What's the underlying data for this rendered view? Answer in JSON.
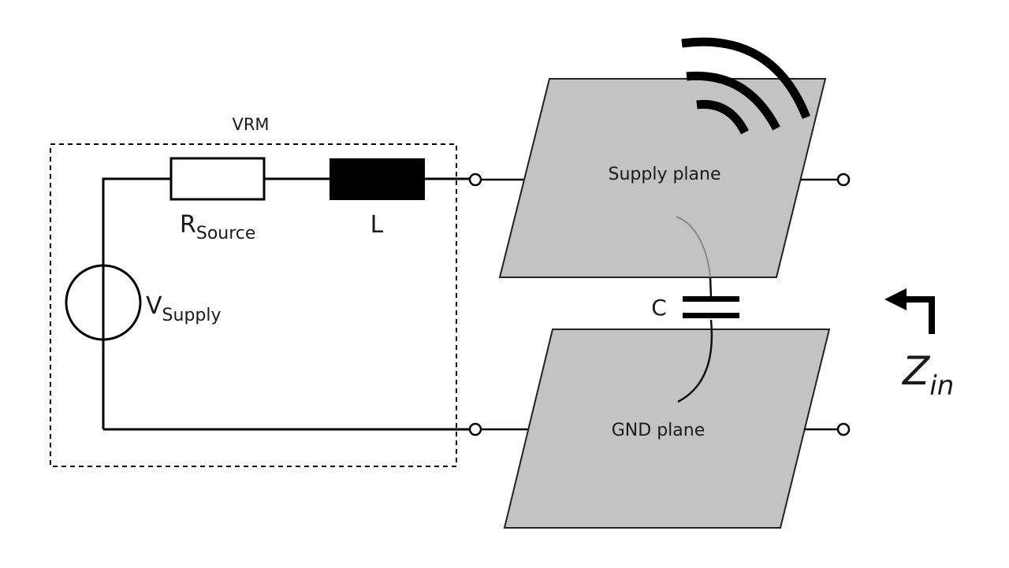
{
  "diagram": {
    "vrm_label": "VRM",
    "resistor": {
      "main": "R",
      "sub": "Source"
    },
    "inductor": {
      "label": "L"
    },
    "source": {
      "main": "V",
      "sub": "Supply"
    },
    "supply_plane": {
      "label": "Supply plane"
    },
    "gnd_plane": {
      "label": "GND plane"
    },
    "capacitor": {
      "label": "C"
    },
    "impedance": {
      "main": "Z",
      "sub": "in"
    },
    "colors": {
      "plane_fill": "#c3c3c3",
      "line": "#000000",
      "background": "#ffffff"
    }
  }
}
